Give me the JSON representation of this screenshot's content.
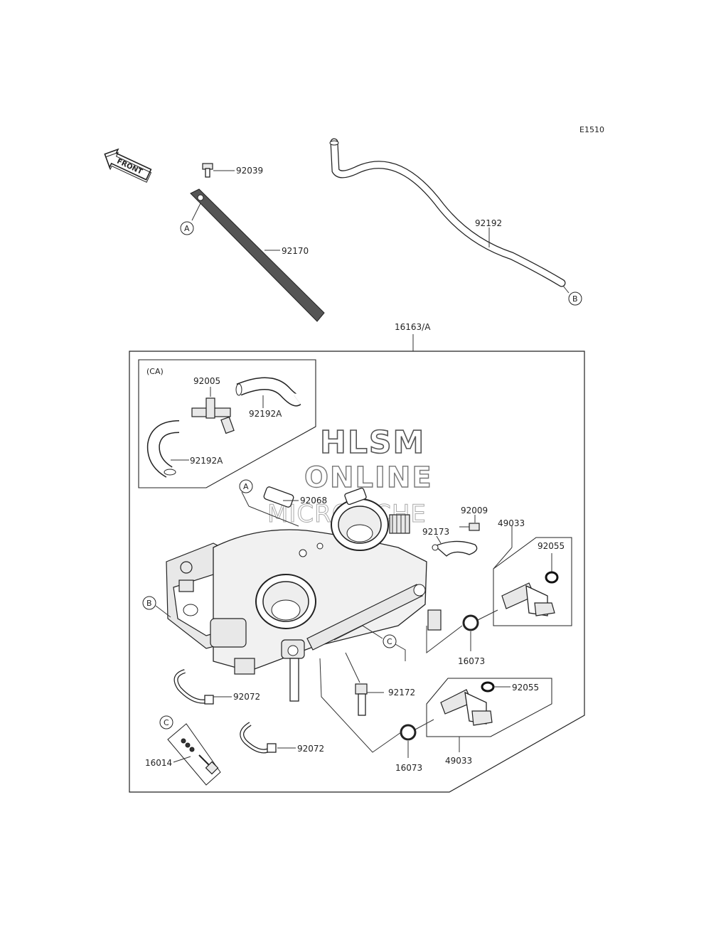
{
  "diagram": {
    "code": "E1510",
    "front_label": "FRONT",
    "assembly_label": "16163/A",
    "ca_label": "(CA)",
    "watermark": {
      "line1": "HLSM",
      "line2": "ONLINE",
      "line3": "MICROFICHE"
    },
    "callouts": {
      "A": "A",
      "B": "B",
      "C": "C"
    },
    "parts": {
      "p92039": "92039",
      "p92170": "92170",
      "p92192": "92192",
      "p92005": "92005",
      "p92192A_top": "92192A",
      "p92192A_bot": "92192A",
      "p92068": "92068",
      "p92009": "92009",
      "p92173": "92173",
      "p49033_top": "49033",
      "p92055_top": "92055",
      "p16073_top": "16073",
      "p92072_a": "92072",
      "p92172": "92172",
      "p92055_bot": "92055",
      "p16073_bot": "16073",
      "p49033_bot": "49033",
      "p92072_b": "92072",
      "p16014": "16014"
    }
  }
}
